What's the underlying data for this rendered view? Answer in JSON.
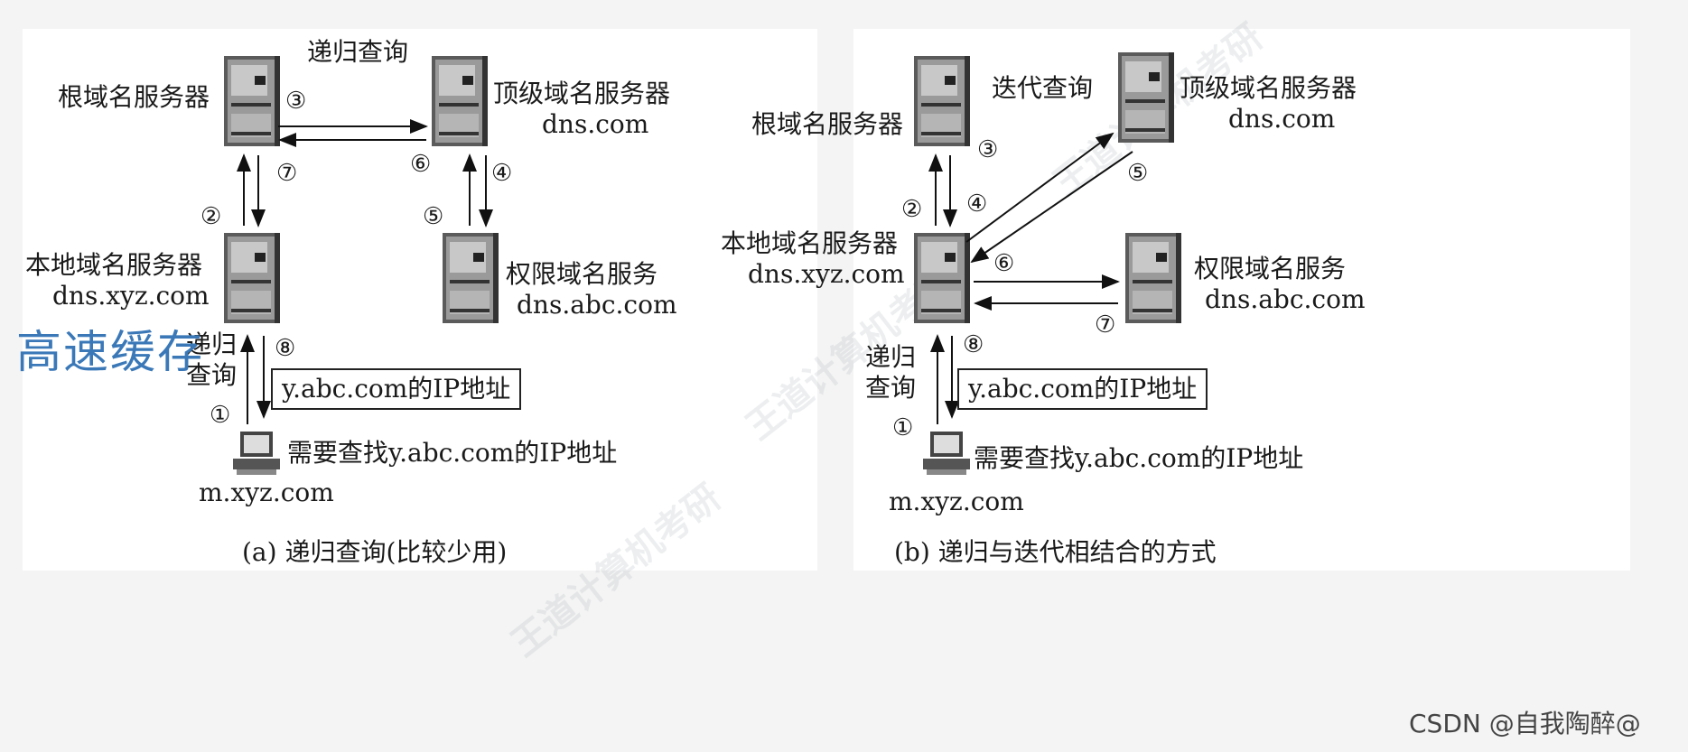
{
  "left": {
    "top_label": "递归查询",
    "root_server": "根域名服务器",
    "tld_server_name": "顶级域名服务器",
    "tld_server_domain": "dns.com",
    "local_server_name": "本地域名服务器",
    "local_server_domain": "dns.xyz.com",
    "auth_server_name": "权限域名服务",
    "auth_server_domain": "dns.abc.com",
    "recursive_query_1": "递归",
    "recursive_query_2": "查询",
    "answer_box": "y.abc.com的IP地址",
    "host_need": "需要查找y.abc.com的IP地址",
    "host_domain": "m.xyz.com",
    "caption": "(a) 递归查询(比较少用)",
    "steps": [
      "①",
      "②",
      "③",
      "④",
      "⑤",
      "⑥",
      "⑦",
      "⑧"
    ]
  },
  "right": {
    "iter_label": "迭代查询",
    "root_server": "根域名服务器",
    "tld_server_name": "顶级域名服务器",
    "tld_server_domain": "dns.com",
    "local_server_name": "本地域名服务器",
    "local_server_domain": "dns.xyz.com",
    "auth_server_name": "权限域名服务",
    "auth_server_domain": "dns.abc.com",
    "recursive_query_1": "递归",
    "recursive_query_2": "查询",
    "answer_box": "y.abc.com的IP地址",
    "host_need": "需要查找y.abc.com的IP地址",
    "host_domain": "m.xyz.com",
    "caption": "(b) 递归与迭代相结合的方式",
    "steps": [
      "①",
      "②",
      "③",
      "④",
      "⑤",
      "⑥",
      "⑦",
      "⑧"
    ]
  },
  "annotation": "高速缓存",
  "footer": "CSDN @自我陶醉@"
}
